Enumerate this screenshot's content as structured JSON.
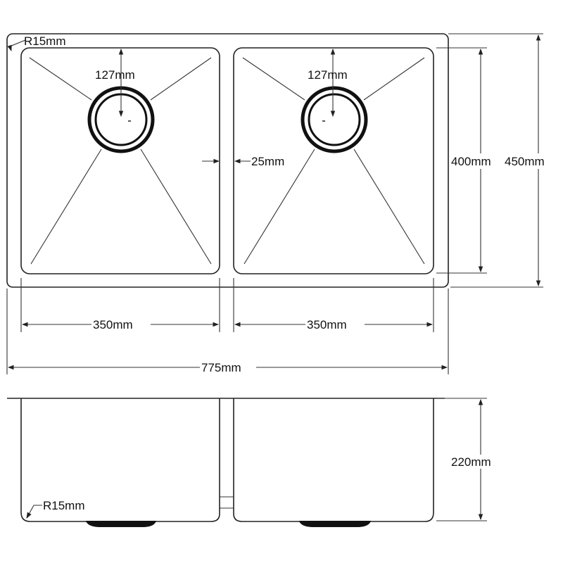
{
  "diagram": {
    "top_view": {
      "corner_radius": "R15mm",
      "left_drain_offset": "127mm",
      "right_drain_offset": "127mm",
      "divider_width": "25mm",
      "bowl_depth_inner": "400mm",
      "overall_depth": "450mm",
      "left_bowl_width": "350mm",
      "right_bowl_width": "350mm",
      "overall_width": "775mm"
    },
    "side_view": {
      "bowl_height": "220mm",
      "corner_radius": "R15mm"
    },
    "colors": {
      "line": "#222222",
      "background": "#ffffff"
    }
  }
}
